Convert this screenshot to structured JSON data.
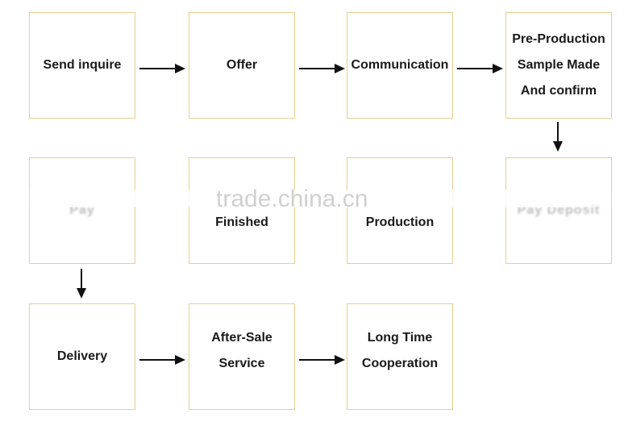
{
  "steps": {
    "send_inquire": "Send inquire",
    "offer": "Offer",
    "communication": "Communication",
    "pre_production": "Pre-Production\nSample Made\nAnd confirm",
    "pay_deposit": "Pay Deposit",
    "production": "Production",
    "finished": "Finished",
    "pay_balance": "Pay",
    "delivery": "Delivery",
    "after_sale": "After-Sale\nService",
    "long_time": "Long Time\nCooperation"
  },
  "watermark": "trade.china.cn",
  "colors": {
    "box_border": "#e6cf8f",
    "arrow": "#111111",
    "text": "#1a1a1a"
  }
}
